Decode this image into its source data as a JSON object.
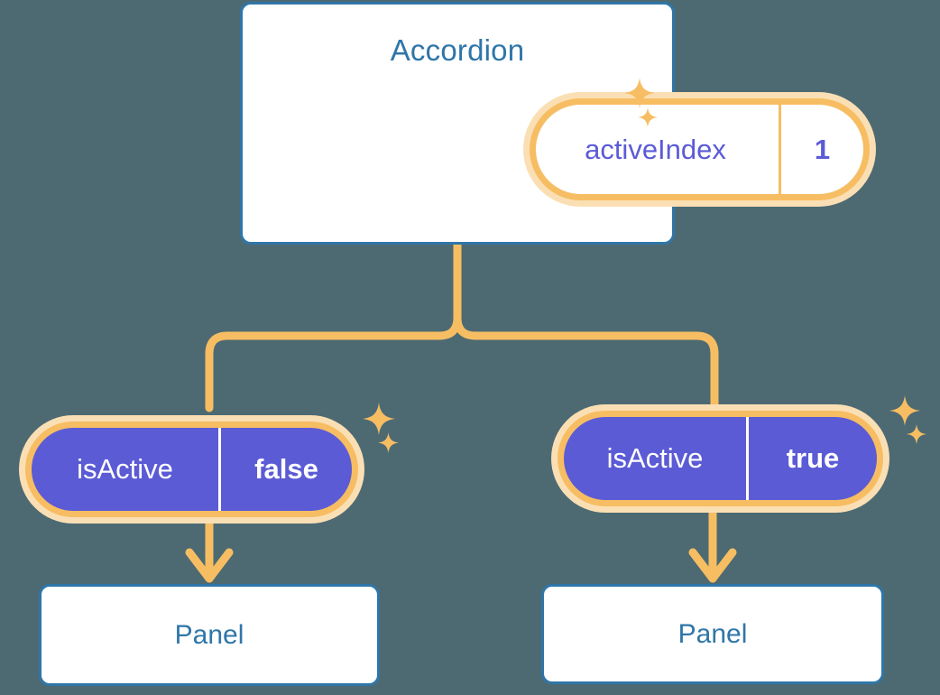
{
  "theme": {
    "background": "#4d6a72",
    "card_border": "#2f76a8",
    "card_fill": "#ffffff",
    "title_text": "#2f76a8",
    "badge_ring_outer": "#fbdfb4",
    "badge_ring_inner": "#f7bd63",
    "badge_fill_solid": "#5b5bd6",
    "badge_text_light": "#5b5bd6",
    "badge_text_solid": "#ffffff",
    "connector": "#f7bd63",
    "sparkle": "#f7bd63"
  },
  "parent": {
    "title": "Accordion",
    "state_badge": {
      "key": "activeIndex",
      "value": "1"
    }
  },
  "children": [
    {
      "prop_badge": {
        "key": "isActive",
        "value": "false"
      },
      "panel_title": "Panel"
    },
    {
      "prop_badge": {
        "key": "isActive",
        "value": "true"
      },
      "panel_title": "Panel"
    }
  ],
  "icons": {
    "sparkle_large": "sparkle-icon",
    "sparkle_small": "sparkle-icon",
    "arrow_down": "arrow-down-icon"
  }
}
